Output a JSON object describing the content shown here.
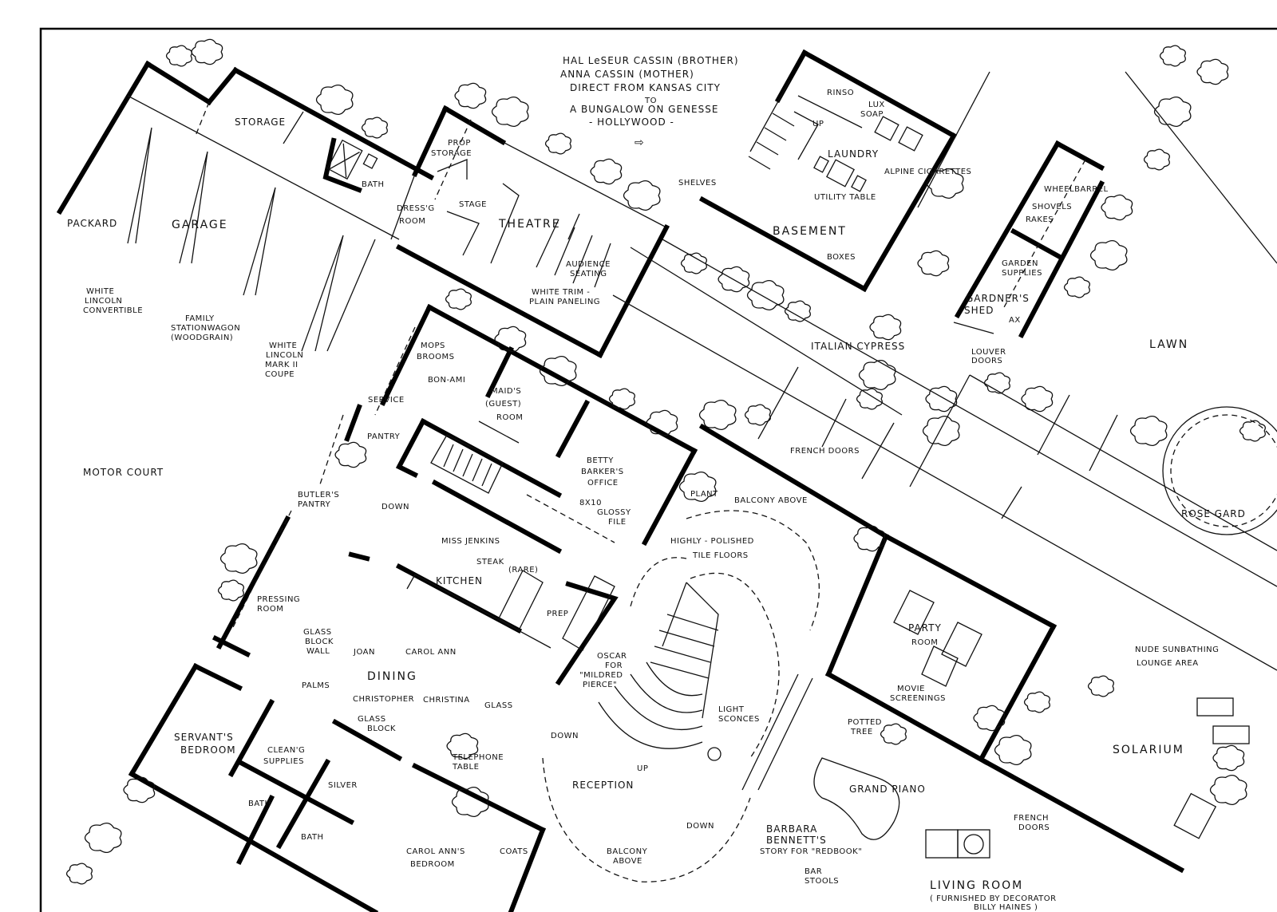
{
  "notes": {
    "family_lines": [
      "HAL LeSEUR CASSIN (BROTHER)",
      "ANNA CASSIN (MOTHER)",
      "DIRECT FROM KANSAS CITY",
      "TO",
      "A BUNGALOW ON GENESSE",
      "- HOLLYWOOD -"
    ]
  },
  "labels": {
    "storage": "STORAGE",
    "bath_top": "BATH",
    "prop_storage": [
      "PROP",
      "STORAGE"
    ],
    "dressing_room": [
      "DRESS'G",
      "ROOM"
    ],
    "stage": "STAGE",
    "theatre": "THEATRE",
    "audience_seating": [
      "AUDIENCE",
      "SEATING"
    ],
    "white_trim": [
      "WHITE TRIM -",
      "PLAIN PANELING"
    ],
    "packard": "PACKARD",
    "garage": "GARAGE",
    "white_lincoln_convertible": [
      "WHITE",
      "LINCOLN",
      "CONVERTIBLE"
    ],
    "family_stationwagon": [
      "FAMILY",
      "STATIONWAGON",
      "(WOODGRAIN)"
    ],
    "white_lincoln_mark": [
      "WHITE",
      "LINCOLN",
      "MARK II",
      "COUPE"
    ],
    "rinso": "RINSO",
    "lux_soap": [
      "LUX",
      "SOAP"
    ],
    "up_basement": "UP",
    "laundry": "LAUNDRY",
    "alpine_cigarettes": "ALPINE CIGARETTES",
    "shelves": "SHELVES",
    "utility_table": "UTILITY TABLE",
    "basement": "BASEMENT",
    "boxes": "BOXES",
    "wheelbarrel": "WHEELBARREL",
    "shovels_rakes": [
      "SHOVELS",
      "RAKES"
    ],
    "garden_supplies": [
      "GARDEN",
      "SUPPLIES"
    ],
    "gardners_shed": [
      "GARDNER'S",
      "SHED"
    ],
    "ax": "AX",
    "louver_doors": [
      "LOUVER",
      "DOORS"
    ],
    "lawn": "LAWN",
    "italian_cypress": "ITALIAN CYPRESS",
    "mops_brooms": [
      "MOPS",
      "BROOMS"
    ],
    "bon_ami": "BON-AMI",
    "maids_room": [
      "MAID'S",
      "(GUEST)",
      "ROOM"
    ],
    "service": "SERVICE",
    "pantry": "PANTRY",
    "betty_barkers_office": [
      "BETTY",
      "BARKER'S",
      "OFFICE"
    ],
    "glossy_file": [
      "8X10",
      "GLOSSY",
      "FILE"
    ],
    "french_doors_top": "FRENCH DOORS",
    "plant": "PLANT",
    "balcony_above_top": "BALCONY ABOVE",
    "rose_garden": "ROSE GARD",
    "motor_court": "MOTOR COURT",
    "butlers_pantry": [
      "BUTLER'S",
      "PANTRY"
    ],
    "down_stair": "DOWN",
    "miss_jenkins": "MISS JENKINS",
    "steak": "STEAK",
    "rare": "(RARE)",
    "kitchen": "KITCHEN",
    "highly_polished": [
      "HIGHLY - POLISHED",
      "TILE FLOORS"
    ],
    "pressing_room": [
      "PRESSING",
      "ROOM"
    ],
    "glass_block_wall": [
      "GLASS",
      "BLOCK",
      "WALL"
    ],
    "joan": "JOAN",
    "carol_ann_seat": "CAROL ANN",
    "dining": "DINING",
    "palms": "PALMS",
    "christopher": "CHRISTOPHER",
    "christina": "CHRISTINA",
    "glass": "GLASS",
    "prep": "PREP",
    "oscar": [
      "OSCAR",
      "FOR",
      "\"MILDRED",
      "PIERCE\""
    ],
    "party_room": [
      "PARTY",
      "ROOM"
    ],
    "movie_screenings": [
      "MOVIE",
      "SCREENINGS"
    ],
    "nude_sunbathing": [
      "NUDE SUNBATHING",
      "LOUNGE AREA"
    ],
    "light_sconces": [
      "LIGHT",
      "SCONCES"
    ],
    "servants_bedroom": [
      "SERVANT'S",
      "BEDROOM"
    ],
    "cleaning_supplies": [
      "CLEAN'G",
      "SUPPLIES"
    ],
    "glass_block": [
      "GLASS",
      "BLOCK"
    ],
    "telephone_table": [
      "TELEPHONE",
      "TABLE"
    ],
    "down_reception": "DOWN",
    "up_stair": "UP",
    "reception": "RECEPTION",
    "potted_tree": [
      "POTTED",
      "TREE"
    ],
    "grand_piano": "GRAND PIANO",
    "solarium": "SOLARIUM",
    "silver": "SILVER",
    "bath_left": "BATH",
    "bath_lower": "BATH",
    "down_lower": "DOWN",
    "barbara_bennett": [
      "BARBARA",
      "BENNETT'S",
      "STORY FOR \"REDBOOK\""
    ],
    "french_doors_right": [
      "FRENCH",
      "DOORS"
    ],
    "carol_anns_bedroom": [
      "CAROL ANN'S",
      "BEDROOM"
    ],
    "coats": "COATS",
    "balcony_above_bottom": [
      "BALCONY",
      "ABOVE"
    ],
    "bar_stools": [
      "BAR",
      "STOOLS"
    ],
    "living_room": "LIVING ROOM",
    "furnished_by": [
      "( FURNISHED BY DECORATOR",
      "BILLY HAINES )"
    ]
  }
}
